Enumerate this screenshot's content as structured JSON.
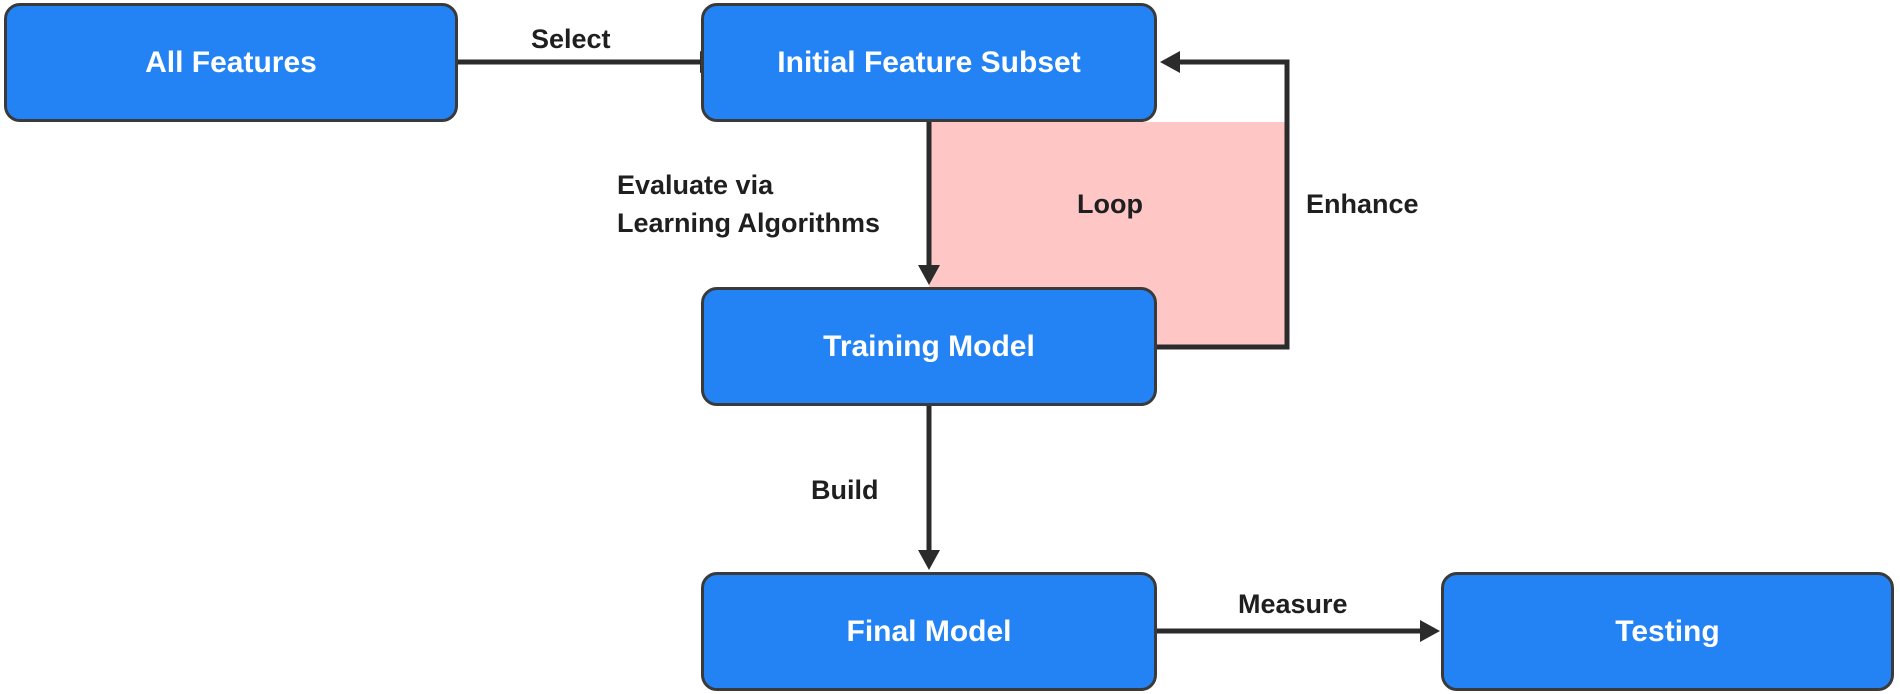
{
  "nodes": {
    "all_features": "All Features",
    "initial_subset": "Initial Feature Subset",
    "training_model": "Training Model",
    "final_model": "Final Model",
    "testing": "Testing"
  },
  "edges": {
    "select": "Select",
    "evaluate_line1": "Evaluate via",
    "evaluate_line2": "Learning Algorithms",
    "enhance": "Enhance",
    "build": "Build",
    "measure": "Measure"
  },
  "loop_label": "Loop",
  "colors": {
    "node_fill": "#2383f4",
    "node_border": "#3a3a3a",
    "loop_fill": "#ffc6c6",
    "edge": "#2b2b2b"
  }
}
